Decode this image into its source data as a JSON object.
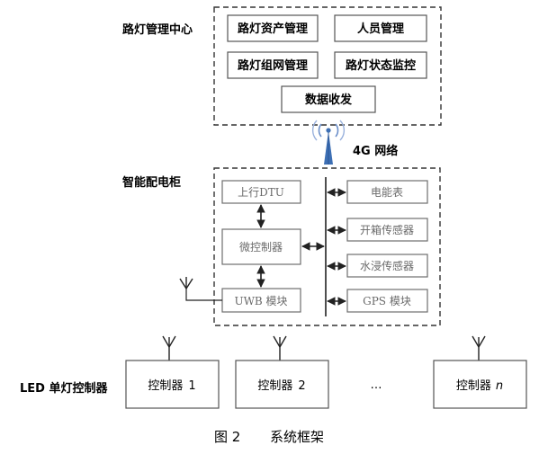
{
  "management_center": {
    "label": "路灯管理中心",
    "asset_mgmt": "路灯资产管理",
    "personnel_mgmt": "人员管理",
    "network_mgmt": "路灯组网管理",
    "status_monitor": "路灯状态监控",
    "data_transceiver": "数据收发"
  },
  "link": {
    "label": "4G 网络",
    "icon": "antenna-tower-icon"
  },
  "cabinet": {
    "label": "智能配电柜",
    "dtu": "上行DTU",
    "mcu": "微控制器",
    "uwb": "UWB 模块",
    "meter": "电能表",
    "door_sensor": "开箱传感器",
    "water_sensor": "水浸传感器",
    "gps": "GPS 模块"
  },
  "controllers": {
    "label": "LED 单灯控制器",
    "c1_text": "控制器",
    "c1_num": "1",
    "c2_text": "控制器",
    "c2_num": "2",
    "ellipsis": "…",
    "cn_text": "控制器",
    "cn_num": "n"
  },
  "caption": {
    "fig": "图 2",
    "title": "系统框架"
  },
  "colors": {
    "line": "#222222",
    "box_border": "#6e6e6e",
    "serif_text": "#6a6a6a",
    "tower": "#3d6fb4",
    "signal": "#6b8fca"
  }
}
